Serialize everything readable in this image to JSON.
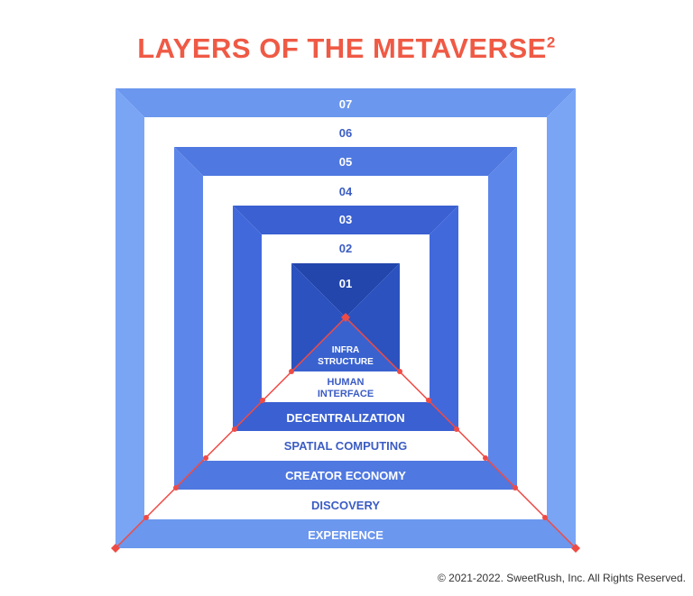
{
  "title": {
    "text": "LAYERS OF THE METAVERSE",
    "superscript": "2"
  },
  "layers": [
    {
      "number": "01",
      "name_lines": [
        "INFRA",
        "STRUCTURE"
      ],
      "color": "#3a5fc8"
    },
    {
      "number": "02",
      "name_lines": [
        "HUMAN",
        "INTERFACE"
      ],
      "color": "#ffffff"
    },
    {
      "number": "03",
      "name_lines": [
        "DECENTRALIZATION"
      ],
      "color": "#3f66d6"
    },
    {
      "number": "04",
      "name_lines": [
        "SPATIAL COMPUTING"
      ],
      "color": "#ffffff"
    },
    {
      "number": "05",
      "name_lines": [
        "CREATOR ECONOMY"
      ],
      "color": "#557ee3"
    },
    {
      "number": "06",
      "name_lines": [
        "DISCOVERY"
      ],
      "color": "#ffffff"
    },
    {
      "number": "07",
      "name_lines": [
        "EXPERIENCE"
      ],
      "color": "#6b97ee"
    }
  ],
  "colors": {
    "title": "#ef5a45",
    "cone_line": "#ef4b45",
    "label_on_blue": "#ffffff",
    "label_on_white": "#3b5cc4"
  },
  "copyright": "© 2021-2022. SweetRush, Inc. All Rights Reserved."
}
